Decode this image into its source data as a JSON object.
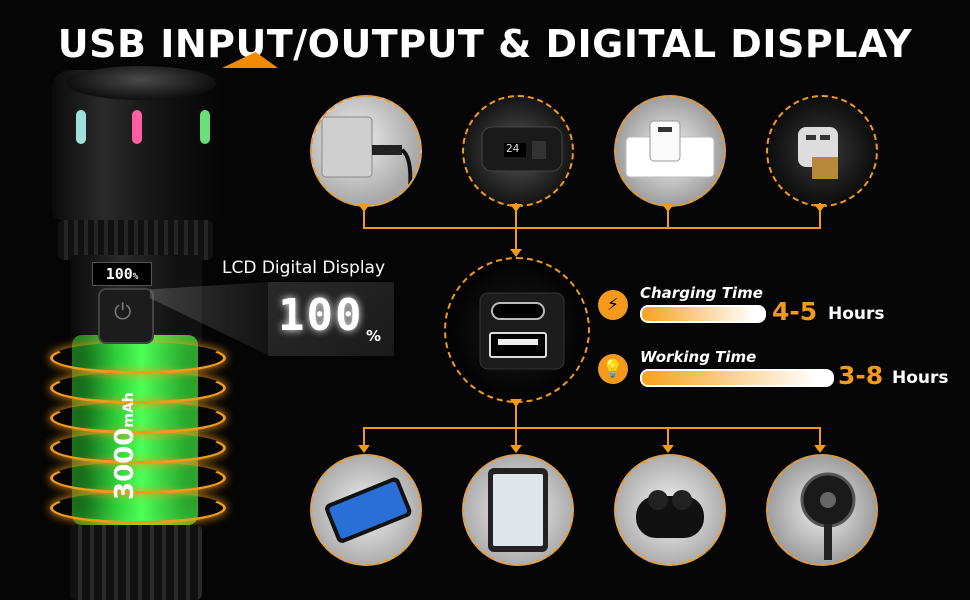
{
  "title": "USB INPUT/OUTPUT & DIGITAL DISPLAY",
  "flashlight": {
    "lcd_value": "100",
    "lcd_unit": "%",
    "battery_capacity": "3000",
    "battery_unit": "mAh"
  },
  "lcd_callout": {
    "label": "LCD Digital Display",
    "value": "100",
    "unit": "%"
  },
  "input_devices": [
    {
      "name": "laptop",
      "icon": "laptop-usb-icon"
    },
    {
      "name": "power bank",
      "icon": "power-bank-icon",
      "display": "24"
    },
    {
      "name": "wall adapter",
      "icon": "wall-adapter-icon"
    },
    {
      "name": "car charger",
      "icon": "car-charger-icon"
    }
  ],
  "output_devices": [
    {
      "name": "smartphone",
      "icon": "phone-icon"
    },
    {
      "name": "tablet",
      "icon": "tablet-icon"
    },
    {
      "name": "earbuds",
      "icon": "earbuds-icon"
    },
    {
      "name": "fan",
      "icon": "fan-icon"
    }
  ],
  "ports": {
    "icon": "usb-ports-icon",
    "types": [
      "USB-C",
      "USB-A"
    ]
  },
  "charging": {
    "label": "Charging Time",
    "value": "4-5",
    "unit": "Hours",
    "icon": "battery-charge-icon"
  },
  "working": {
    "label": "Working Time",
    "value": "3-8",
    "unit": "Hours",
    "icon": "bulb-icon"
  },
  "colors": {
    "accent": "#f39a1d",
    "background": "#050505",
    "battery": "#2fcf3a"
  }
}
